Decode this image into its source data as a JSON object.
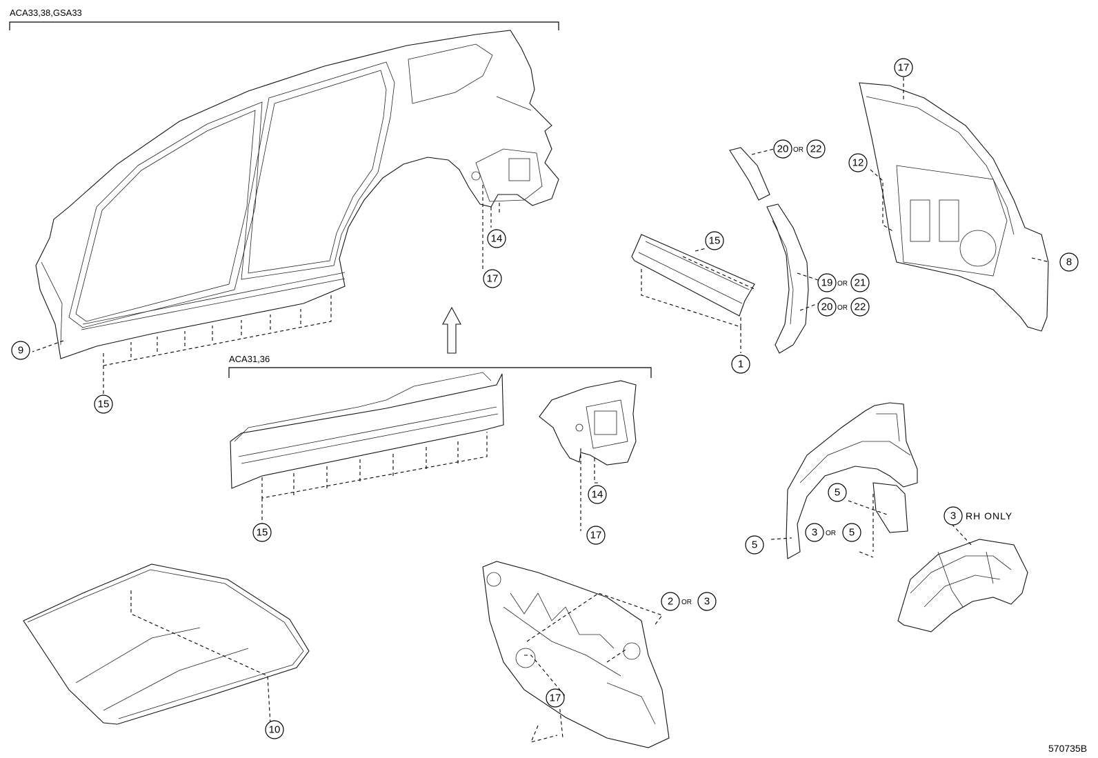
{
  "brackets": {
    "top": "ACA33,38,GSA33",
    "middle": "ACA31,36"
  },
  "callouts": {
    "c1": "1",
    "c2": "2",
    "c3a": "3",
    "c3b": "3",
    "c3c": "3",
    "c5a": "5",
    "c5b": "5",
    "c5c": "5",
    "c8": "8",
    "c9": "9",
    "c10": "10",
    "c12": "12",
    "c14a": "14",
    "c14b": "14",
    "c15a": "15",
    "c15b": "15",
    "c15c": "15",
    "c17a": "17",
    "c17b": "17",
    "c17c": "17",
    "c17d": "17",
    "c19": "19",
    "c20a": "20",
    "c20b": "20",
    "c21": "21",
    "c22a": "22",
    "c22b": "22"
  },
  "or_text": "OR",
  "rh_only": "RH ONLY",
  "diagram_code": "570735B"
}
